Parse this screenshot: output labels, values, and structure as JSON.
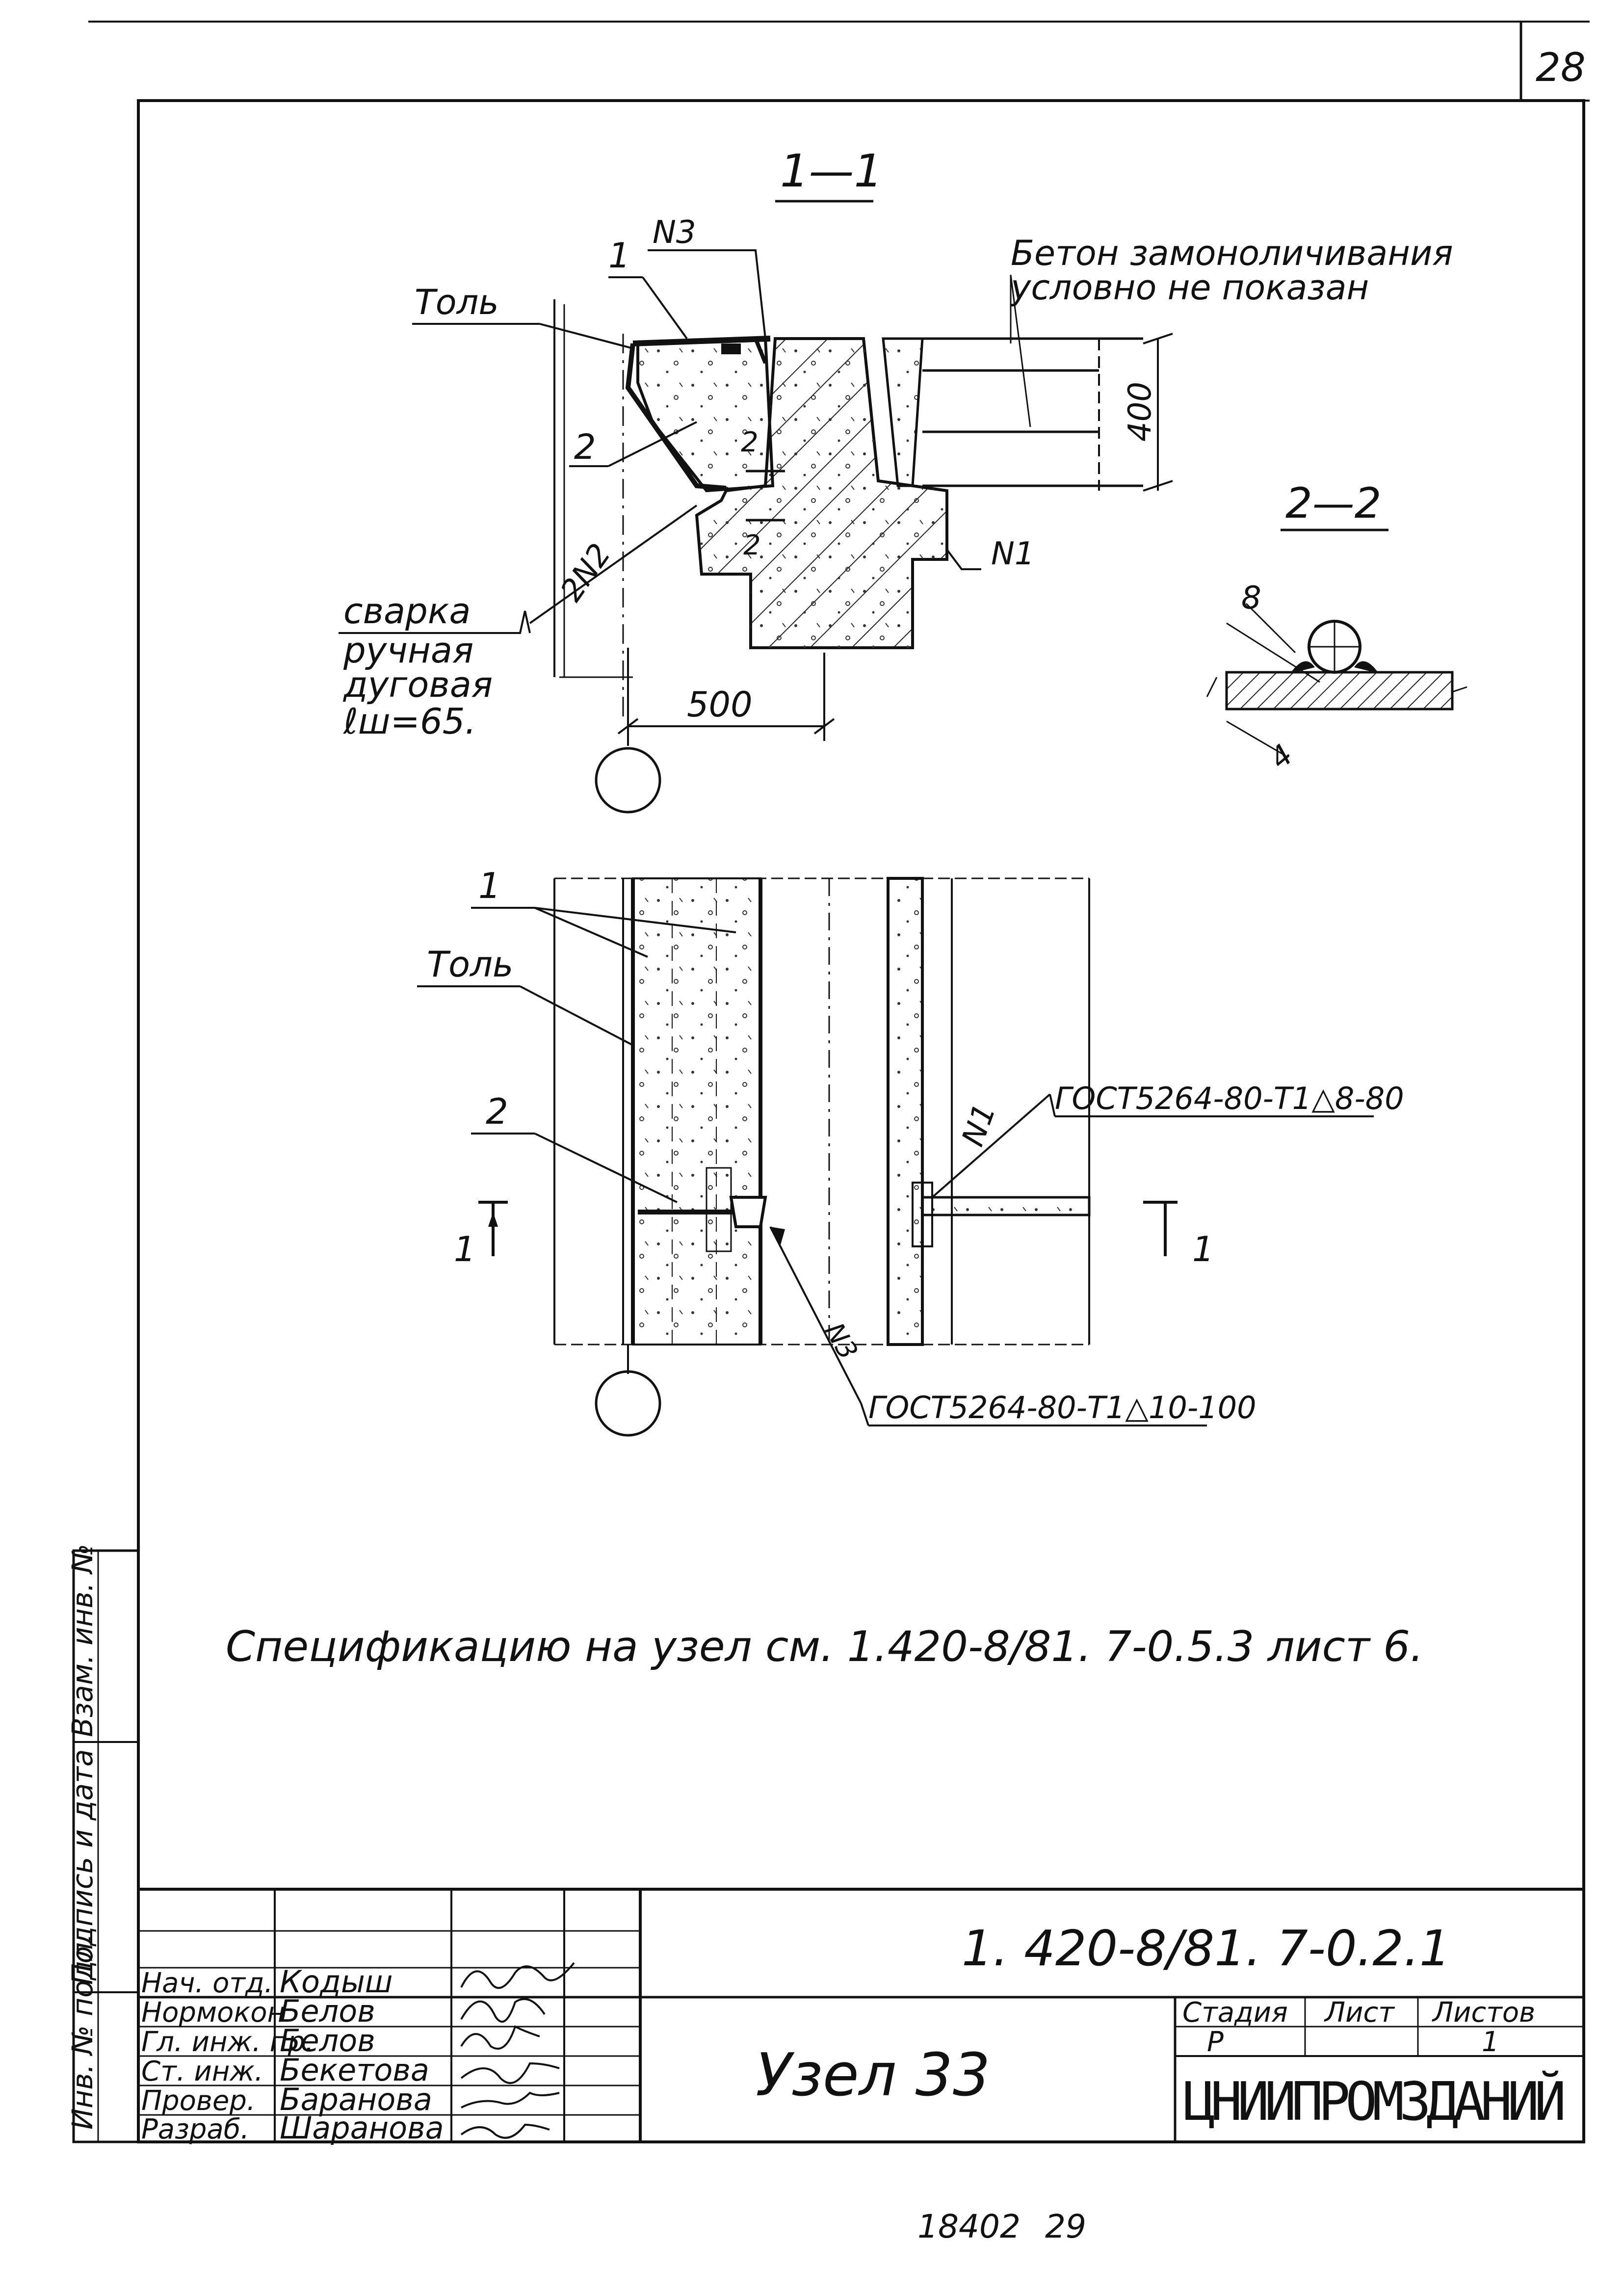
{
  "page": {
    "sheet_corner_number": "28"
  },
  "section_1_1": {
    "title": "1—1",
    "note_line1": "Бетон замоноличивания",
    "note_line2": "условно не показан",
    "label_tol": "Толь",
    "label_1": "1",
    "label_n3": "N3",
    "label_2": "2",
    "label_2n2": "2N2",
    "label_n1": "N1",
    "cut_mark": "2",
    "dim_400": "400",
    "dim_500": "500",
    "weld_line1": "сварка",
    "weld_line2": "ручная",
    "weld_line3": "дуговая",
    "weld_line4": "ℓш=65."
  },
  "section_2_2": {
    "title": "2—2",
    "dim_8": "8",
    "dim_4": "4"
  },
  "elevation": {
    "label_1": "1",
    "label_tol": "Толь",
    "label_2": "2",
    "label_n1": "N1",
    "label_n3": "N3",
    "weld_gost_top": "ГОСТ5264-80-Т1△8-80",
    "weld_gost_bottom": "ГОСТ5264-80-Т1△10-100",
    "section_mark_left": "1",
    "section_mark_right": "1"
  },
  "spec_note": "Спецификацию на узел см. 1.420-8/81. 7-0.5.3 лист 6.",
  "side_stamp": {
    "cell1": "Инв. № подл.",
    "cell2": "Подпись и дата",
    "cell3": "Взам. инв. №"
  },
  "title_block": {
    "doc_code": "1. 420-8/81. 7-0.2.1",
    "title": "Узел 33",
    "stage_header": "Стадия",
    "sheet_header": "Лист",
    "sheets_header": "Листов",
    "stage_value": "Р",
    "sheet_value": "",
    "sheets_value": "1",
    "organization": "ЦНИИПРОМЗДАНИЙ",
    "roles": [
      {
        "role": "Нач. отд.",
        "name": "Кодыш"
      },
      {
        "role": "Нормокон",
        "name": "Белов"
      },
      {
        "role": "Гл. инж. пр.",
        "name": "Белов"
      },
      {
        "role": "Ст. инж.",
        "name": "Бекетова"
      },
      {
        "role": "Провер.",
        "name": "Баранова"
      },
      {
        "role": "Разраб.",
        "name": "Шаранова"
      }
    ]
  },
  "footer": {
    "inventory_number": "18402",
    "page_number": "29"
  }
}
